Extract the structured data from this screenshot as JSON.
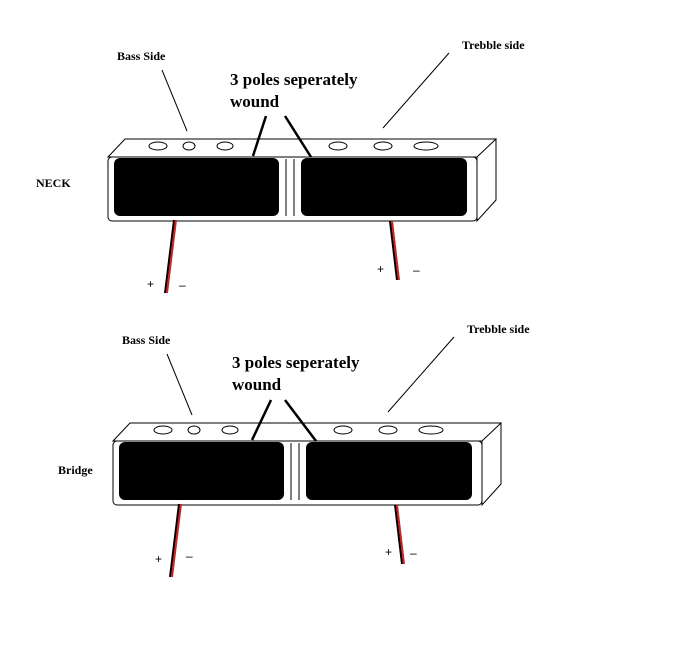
{
  "pickups": [
    {
      "label": "NECK",
      "bass_label": "Bass Side",
      "treble_label": "Trebble side",
      "coil_note": "3 poles seperately",
      "coil_note2": "wound",
      "left_lead_plus": "+",
      "left_lead_minus": "–",
      "right_lead_plus": "+",
      "right_lead_minus": "–"
    },
    {
      "label": "Bridge",
      "bass_label": "Bass Side",
      "treble_label": "Trebble side",
      "coil_note": "3 poles seperately",
      "coil_note2": "wound",
      "left_lead_plus": "+",
      "left_lead_minus": "–",
      "right_lead_plus": "+",
      "right_lead_minus": "–"
    }
  ],
  "colors": {
    "wire_red": "#d62020",
    "wire_black": "#000000",
    "coil": "#000000"
  }
}
